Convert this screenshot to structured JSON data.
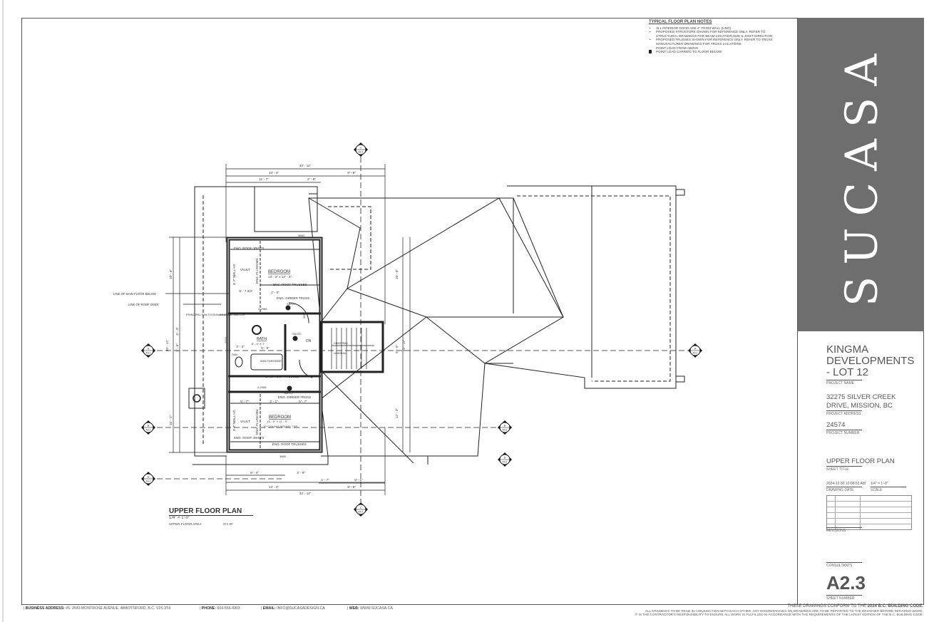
{
  "brand": {
    "logo_text": "SUCASA"
  },
  "notes": {
    "title": "TYPICAL FLOOR PLAN NOTES",
    "items": [
      "ALL INTERIOR DOOR ARE 4\" FROM WALL (UNO)",
      "PROPOSED STRUCTURE SHOWN FOR REFERENCE ONLY. REFER TO STRUCTURAL DRAWINGS FOR BEAM LOCATION,SIZE & JOIST DIRECTION",
      "PROPOSED TRUSSES SHOWN FOR REFERENCE ONLY. REFER TO TRUSS MANUFACTURER DRAWINGS FOR TRUSS LOCATIONS"
    ],
    "point_load_above": "POINT LOAD FROM ABOVE",
    "point_load_below": "POINT LOAD CARRIED TO FLOOR BELOW"
  },
  "title_block": {
    "project_name": "KINGMA DEVELOPMENTS - LOT 12",
    "project_name_label": "PROJECT NAME",
    "project_address": "32275 SILVER CREEK DRIVE, MISSION, BC",
    "project_address_label": "PROJECT ADDRESS",
    "project_number": "24574",
    "project_number_label": "PROJECT NUMBER",
    "sheet_title": "UPPER FLOOR PLAN",
    "sheet_title_label": "SHEET TITLE",
    "drawing_date": "2024-12-30 10:08:53 AM",
    "drawing_date_label": "DRAWING DATE",
    "scale": "1/4\" = 1'-0\"",
    "scale_label": "SCALE",
    "revisions_label": "REVISIONS",
    "consultants_label": "CONSULTANTS",
    "sheet_number": "A2.3",
    "sheet_number_label": "SHEET NUMBER"
  },
  "footer": {
    "address_label": "BUSINESS ADDRESS:",
    "address": "#5- 2543 MONTROSE AVENUE, ABBOTSFORD, B.C. V2S 3T4",
    "phone_label": "PHONE:",
    "phone": "604-556-4303",
    "email_label": "EMAIL:",
    "email": "INFO@SUCASADESIGN.CA",
    "web_label": "WEB:",
    "web": "WWW.SUCASA.CA",
    "code_note_prefix": "THESE DRAWINGS CONFORM TO THE",
    "code_note_bold": "2024 B.C. BUILDING CODE.",
    "disclaimer_1": "ALL DRAWINGS TO BE READ IN CONJUNCTION WITH EACH OTHER. ANY DISCREPANCIES ON DRAWINGS ARE TO BE REPORTED TO THE DESIGNER BEFORE INITIATING WORK.",
    "disclaimer_2": "IT IS THE CONTRACTOR'S RESPONSIBILITY TO ENSURE ALL WORK IS FULFILLED IN ACCORDANCE WITH THE REQUIREMENTS OF THE LATEST EDITION OF THE B.C. BUILDING CODE."
  },
  "plan": {
    "title": "UPPER FLOOR PLAN",
    "scale": "1/4\" = 1'-0\"",
    "area_label": "UPPER FLOOR AREA",
    "area_value": "474 SF",
    "rooms": {
      "bedroom1": "BEDROOM",
      "bedroom1_size": "13' - 2\" x 13' - 2\"",
      "bath": "BATH",
      "bath_size": "8' - 0\" X 7'",
      "bedroom2": "BEDROOM",
      "bedroom2_size": "13' - 5\" X 11' - 9\"",
      "bedroom2_note": "10' CEILING HEIGHT, TYP.",
      "fan": "FAN",
      "tub": "5006 TUB/SHWR",
      "dn": "DN",
      "guardrail": "GUARDRAIL",
      "handrail": "HANDRAIL"
    },
    "labels": {
      "roof_joists": "ENG. ROOF JOISTS",
      "roof_trusses": "ENG. ROOF TRUSSES",
      "girder_truss": "ENG. GIRDER TRUSS",
      "vault": "VAULT",
      "wall_ht": "3'-7\" WALL HT.",
      "flush_beam": "ENG. FLUSH BM.",
      "sa_co": "SA/CO",
      "line_main_floor": "LINE OF MAIN FLOOR BELOW",
      "line_roof_over": "LINE OF ROOF OVER",
      "principal_fan": "PRINCIPAL FAN TO RUN 24HRS w/ SWITCH",
      "door_2068": "2-2068",
      "door_2668": "2668",
      "door_3660": "3660",
      "win_2020": "2020"
    },
    "dims": {
      "overall": "33' - 11\"",
      "top_left": "14' - 3\"",
      "top_right": "9' - 8\"",
      "top_a": "11' - 7\"",
      "top_b": "2' - 8\"",
      "bot_a": "8' - 4\"",
      "bot_b": "3' - 9\"",
      "bot_c": "1' - 7\"",
      "bot_d": "8' - 1\"",
      "left_a": "10' - 6\"",
      "left_b": "3' - 3\"",
      "left_c": "2' - 6\"",
      "left_d": "33' - 11\"",
      "left_e": "10' - 1\"",
      "right_a": "10' - 6\"",
      "right_b": "33' - 11\"",
      "right_c": "12' - 3\"",
      "right_d": "6' - 5\"",
      "in_a": "5' - 7 3/4\"",
      "in_b": "2' - 0\"",
      "in_c": "5' - 7\"",
      "in_d": "3' - 1\"",
      "in_e": "5' - 7\"",
      "in_f": "3' - 3\"",
      "in_g": "5' - 5\""
    },
    "sections": {
      "a": "A",
      "b": "B",
      "c": "C",
      "d": "D",
      "ref": "A4.1"
    }
  }
}
